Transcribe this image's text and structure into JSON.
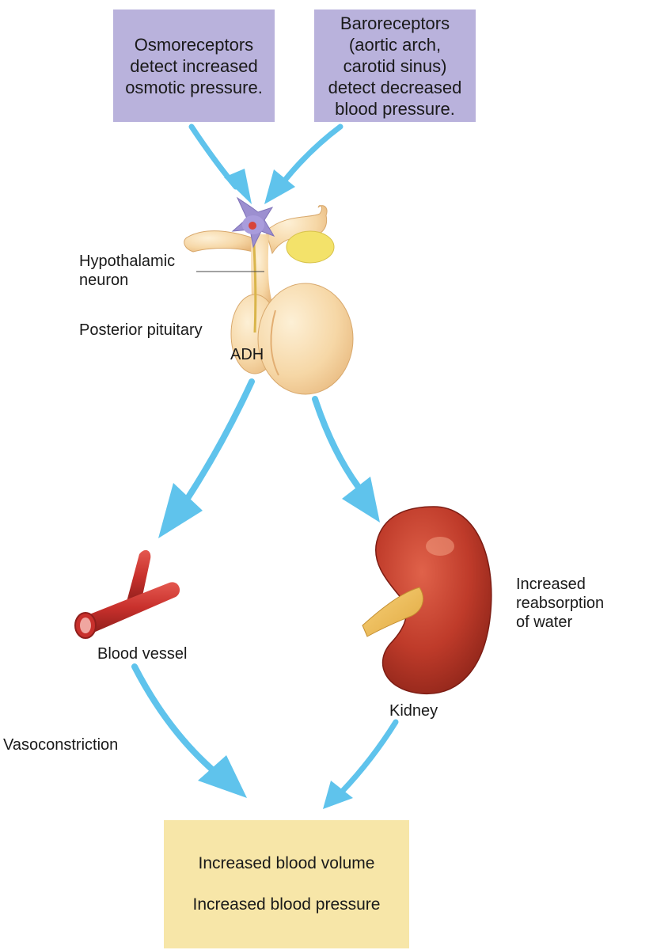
{
  "boxes": {
    "osmoreceptors": "Osmoreceptors\ndetect increased\nosmotic pressure.",
    "baroreceptors": "Baroreceptors\n(aortic arch,\ncarotid sinus)\ndetect decreased\nblood pressure.",
    "outcome": {
      "line1": "Increased blood volume",
      "line2": "Increased blood pressure"
    }
  },
  "labels": {
    "hypothalamic_neuron": "Hypothalamic\nneuron",
    "posterior_pituitary": "Posterior pituitary",
    "adh": "ADH",
    "blood_vessel": "Blood vessel",
    "kidney": "Kidney",
    "reabsorption": "Increased\nreabsorption\nof water",
    "vasoconstriction": "Vasoconstriction"
  },
  "colors": {
    "arrow": "#5fc3ec",
    "receptor_box": "#b9b2dc",
    "outcome_box": "#f7e6a8",
    "pituitary": "#f6d7a6",
    "kidney": "#b53a2a",
    "vessel": "#c8302c",
    "neuron": "#9c8fd0"
  },
  "icons": [
    "down-arrow-icon",
    "pituitary-gland-icon",
    "hypothalamic-neuron-icon",
    "blood-vessel-icon",
    "kidney-icon"
  ]
}
